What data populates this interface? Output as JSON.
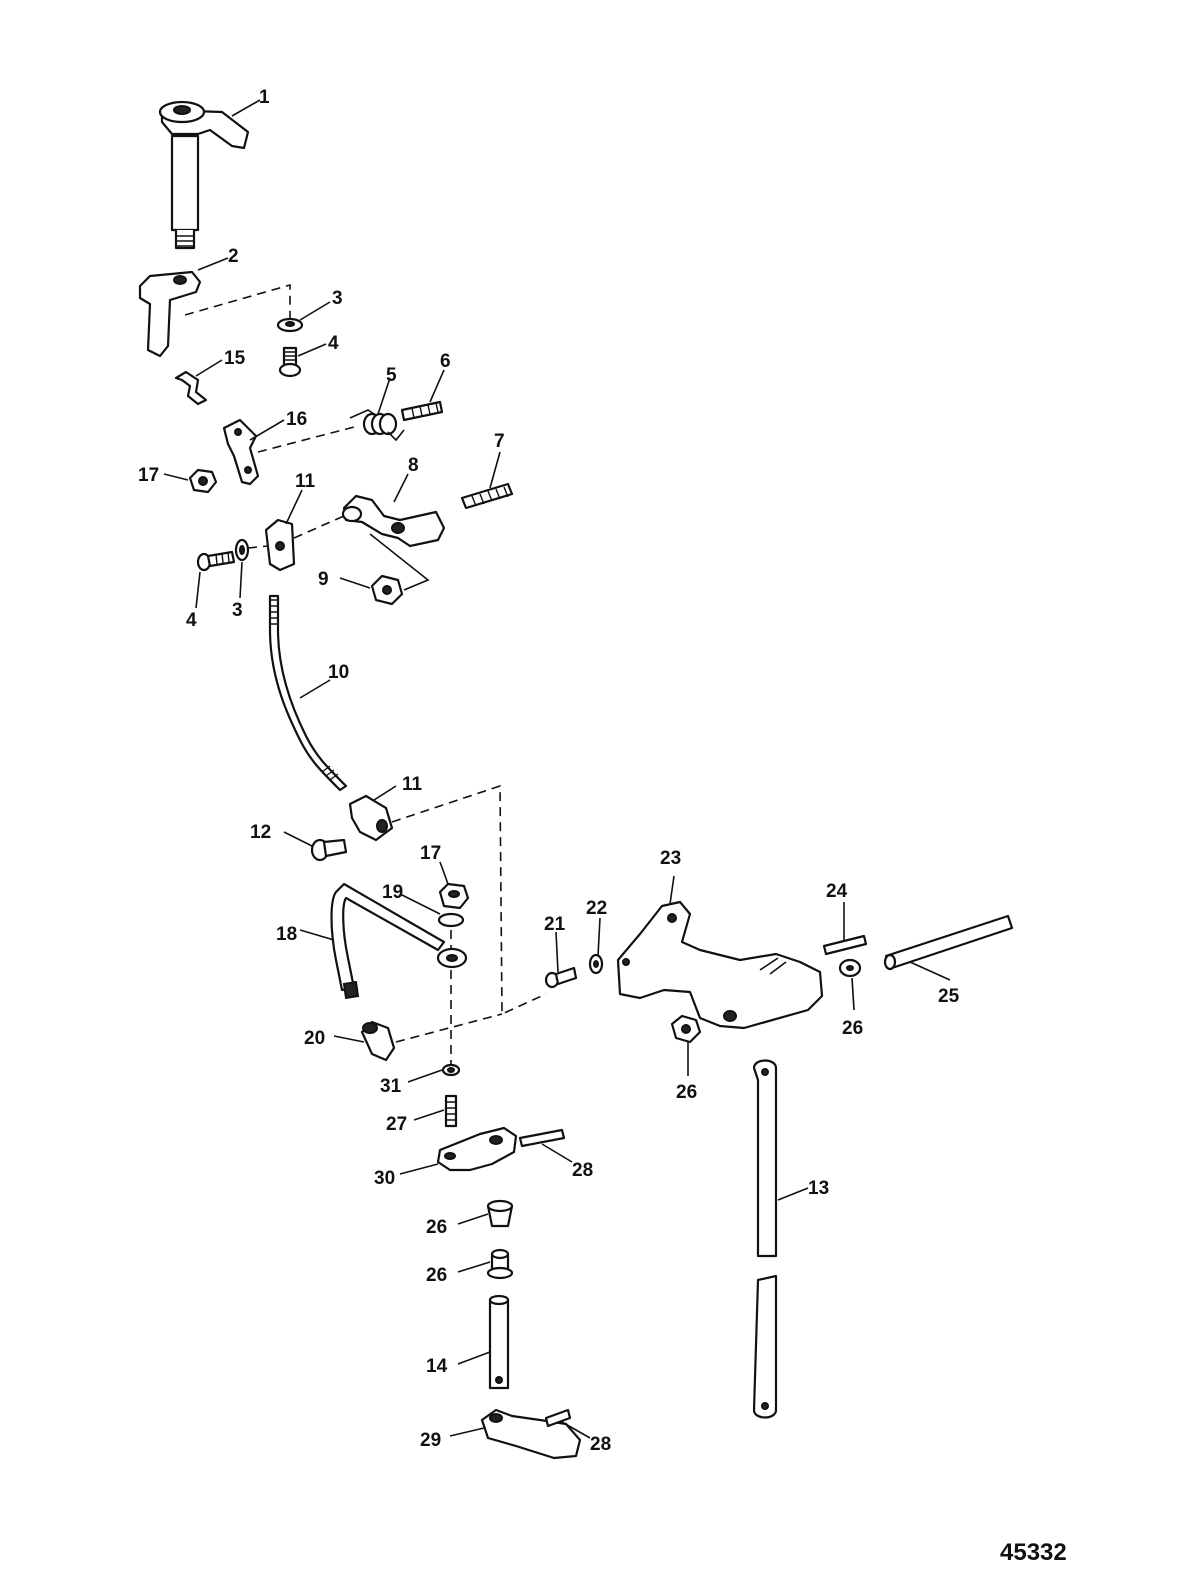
{
  "diagram": {
    "figure_number": "45332",
    "callouts": [
      {
        "id": "c1",
        "text": "1"
      },
      {
        "id": "c2",
        "text": "2"
      },
      {
        "id": "c3a",
        "text": "3"
      },
      {
        "id": "c4a",
        "text": "4"
      },
      {
        "id": "c15",
        "text": "15"
      },
      {
        "id": "c5",
        "text": "5"
      },
      {
        "id": "c6",
        "text": "6"
      },
      {
        "id": "c16",
        "text": "16"
      },
      {
        "id": "c17a",
        "text": "17"
      },
      {
        "id": "c7",
        "text": "7"
      },
      {
        "id": "c8",
        "text": "8"
      },
      {
        "id": "c11a",
        "text": "11"
      },
      {
        "id": "c9",
        "text": "9"
      },
      {
        "id": "c4b",
        "text": "4"
      },
      {
        "id": "c3b",
        "text": "3"
      },
      {
        "id": "c10",
        "text": "10"
      },
      {
        "id": "c11b",
        "text": "11"
      },
      {
        "id": "c12",
        "text": "12"
      },
      {
        "id": "c17b",
        "text": "17"
      },
      {
        "id": "c19",
        "text": "19"
      },
      {
        "id": "c18",
        "text": "18"
      },
      {
        "id": "c23",
        "text": "23"
      },
      {
        "id": "c24",
        "text": "24"
      },
      {
        "id": "c21",
        "text": "21"
      },
      {
        "id": "c22",
        "text": "22"
      },
      {
        "id": "c25",
        "text": "25"
      },
      {
        "id": "c26a",
        "text": "26"
      },
      {
        "id": "c20",
        "text": "20"
      },
      {
        "id": "c26b",
        "text": "26"
      },
      {
        "id": "c31",
        "text": "31"
      },
      {
        "id": "c27",
        "text": "27"
      },
      {
        "id": "c28a",
        "text": "28"
      },
      {
        "id": "c30",
        "text": "30"
      },
      {
        "id": "c13",
        "text": "13"
      },
      {
        "id": "c26c",
        "text": "26"
      },
      {
        "id": "c26d",
        "text": "26"
      },
      {
        "id": "c14",
        "text": "14"
      },
      {
        "id": "c29",
        "text": "29"
      },
      {
        "id": "c28b",
        "text": "28"
      }
    ]
  }
}
